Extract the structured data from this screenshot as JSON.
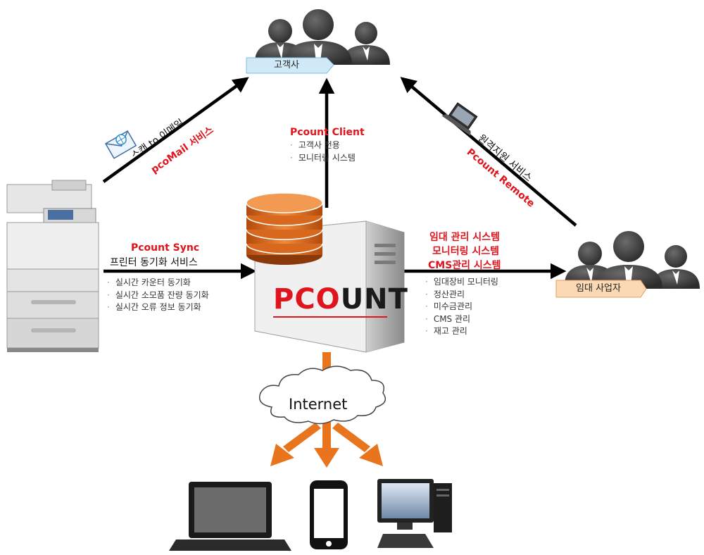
{
  "customer": {
    "label": "고객사"
  },
  "lessor": {
    "label": "임대 사업자"
  },
  "scan_email": {
    "title": "스캔 to 이메일",
    "service": "pcoMail 서비스"
  },
  "client": {
    "title": "Pcount Client",
    "bullets": [
      "고객사 전용",
      "모니터링 시스템"
    ]
  },
  "remote": {
    "title": "원격지원 서비스",
    "service": "Pcount Remote"
  },
  "sync": {
    "title": "Pcount Sync",
    "subtitle": "프린터 동기화 서비스",
    "bullets": [
      "실시간 카운터 동기화",
      "실시간 소모품 잔량 동기화",
      "실시간 오류 정보 동기화"
    ]
  },
  "lease": {
    "titles": [
      "임대 관리 시스템",
      "모니터링 시스템",
      "CMS관리 시스템"
    ],
    "bullets": [
      "임대장비 모니터링",
      "정산관리",
      "미수금관리",
      "CMS 관리",
      "재고 관리"
    ]
  },
  "server": {
    "logo_red": "PCO",
    "logo_dark": "UNT"
  },
  "cloud": {
    "label": "Internet"
  },
  "devices": [
    "laptop-icon",
    "smartphone-icon",
    "desktop-icon"
  ],
  "colors": {
    "red": "#e0141c",
    "orange": "#e8741e",
    "tag_blue": "#cfe9f6",
    "tag_orange": "#fbd9b4"
  }
}
